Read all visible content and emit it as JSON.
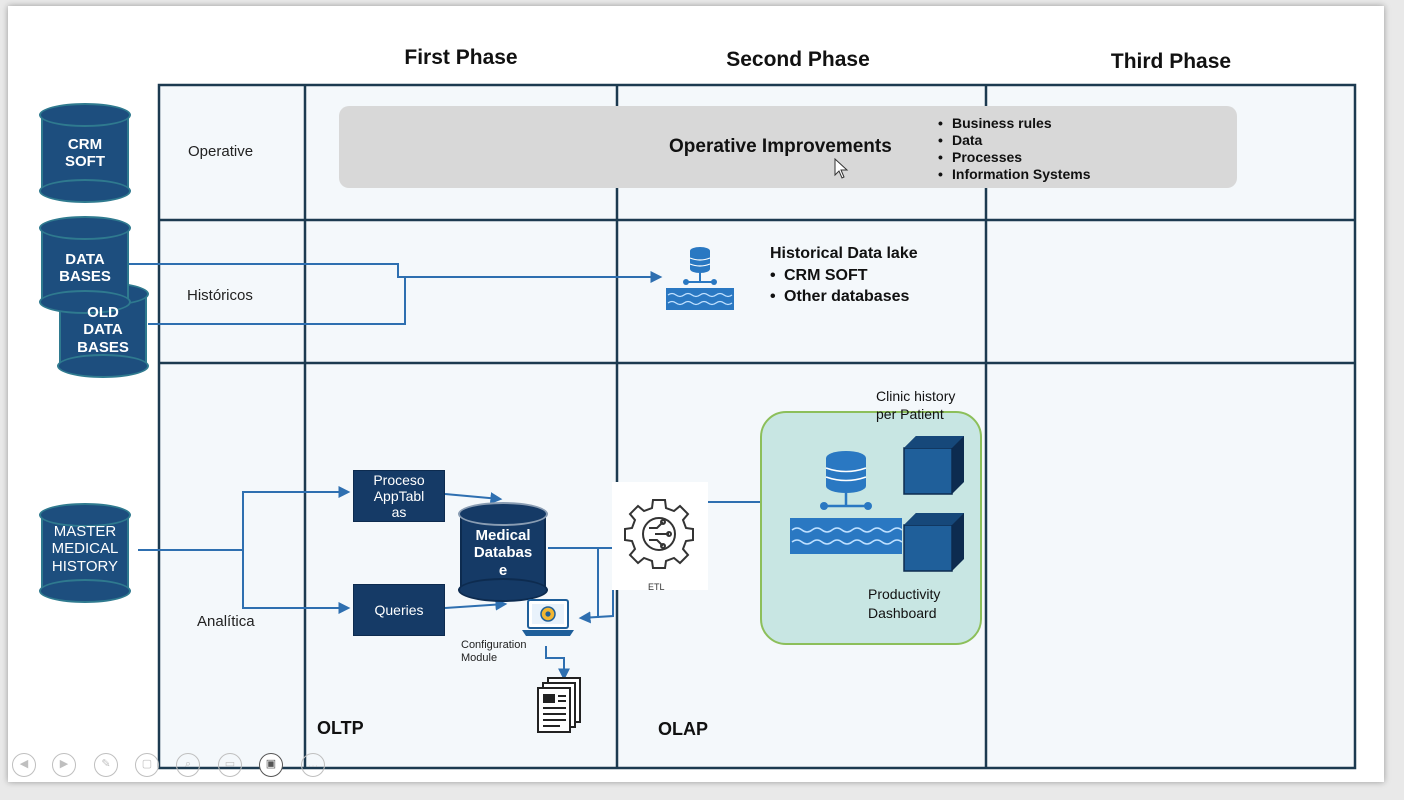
{
  "phases": {
    "first": "First Phase",
    "second": "Second Phase",
    "third": "Third Phase"
  },
  "rows": {
    "operative": "Operative",
    "historicos": "Históricos",
    "analitica": "Analítica"
  },
  "sources": {
    "crm": [
      "CRM",
      "SOFT"
    ],
    "databases": [
      "DATA",
      "BASES"
    ],
    "old_databases": [
      "OLD",
      "DATA",
      "BASES"
    ],
    "master": [
      "MASTER",
      "MEDICAL",
      "HISTORY"
    ]
  },
  "operative_improvements": {
    "title": "Operative Improvements",
    "bullets": [
      "Business rules",
      "Data",
      "Processes",
      "Information Systems"
    ]
  },
  "historical": {
    "title": "Historical Data lake",
    "bullets": [
      "CRM SOFT",
      "Other databases"
    ]
  },
  "oltp": {
    "label": "OLTP",
    "proceso": [
      "Proceso",
      "AppTabl",
      "as"
    ],
    "queries": "Queries",
    "medical_db": [
      "Medical",
      "Databas",
      "e"
    ],
    "config_module": [
      "Configuration",
      "Module"
    ]
  },
  "olap": {
    "label": "OLAP",
    "etl": "ETL",
    "clinic_history": [
      "Clinic history",
      "per  Patient"
    ],
    "productivity": [
      "Productivity",
      "Dashboard"
    ]
  },
  "colors": {
    "navy": "#1d4e7e",
    "grid": "#1c3a50",
    "arrow": "#2e6fb0",
    "olap_fill": "#c8e6e3",
    "olap_border": "#8cbf5a"
  },
  "icons": [
    "database-icon",
    "datalake-icon",
    "cube-icon",
    "etl-gear-icon",
    "laptop-gear-icon",
    "documents-icon",
    "cursor-icon"
  ]
}
